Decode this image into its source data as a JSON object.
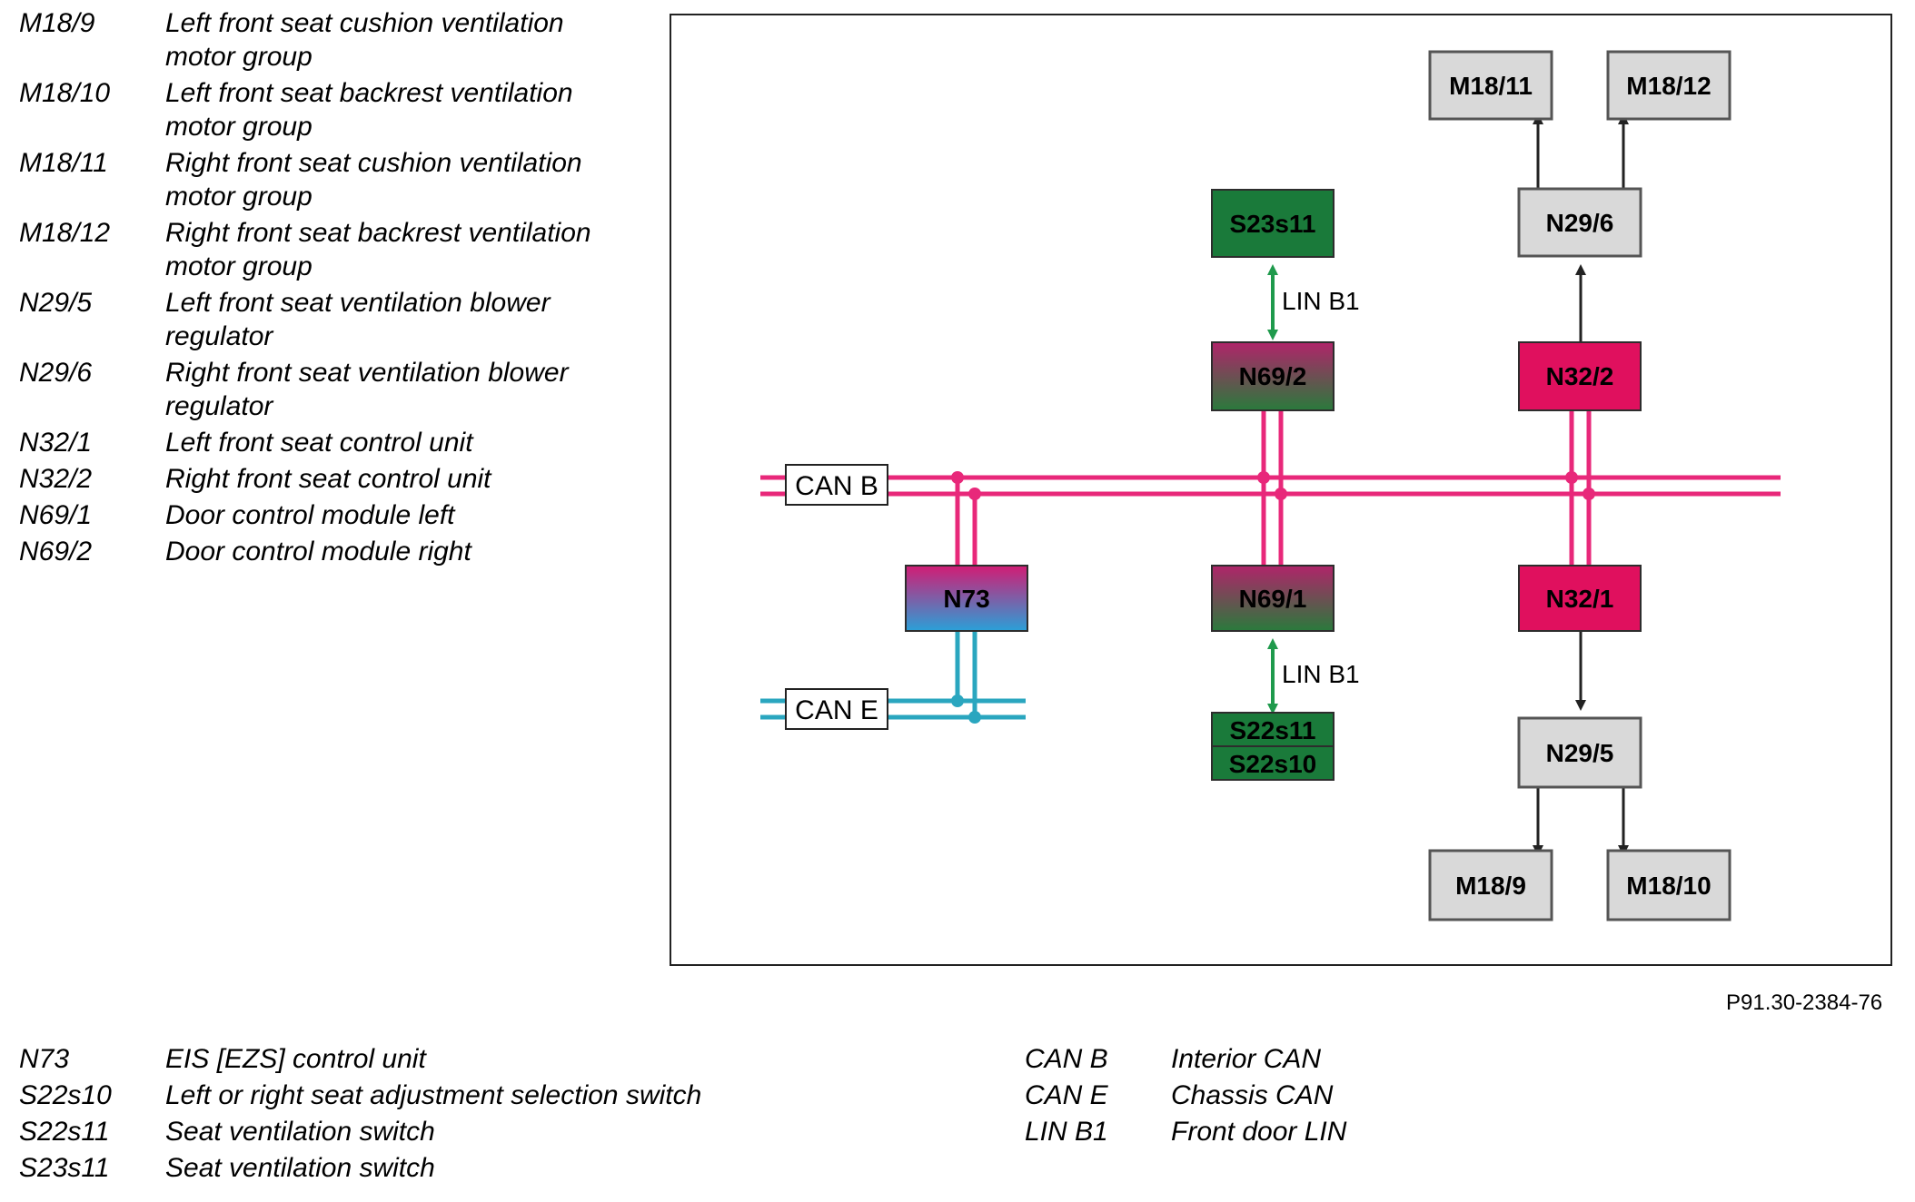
{
  "legend_top": [
    {
      "code": "M18/9",
      "desc": "Left front seat cushion ventilation motor group"
    },
    {
      "code": "M18/10",
      "desc": "Left front seat backrest ventilation motor group"
    },
    {
      "code": "M18/11",
      "desc": "Right front seat cushion ventilation motor group"
    },
    {
      "code": "M18/12",
      "desc": "Right front seat backrest ventilation motor group"
    },
    {
      "code": "N29/5",
      "desc": "Left front seat ventilation blower regulator"
    },
    {
      "code": "N29/6",
      "desc": "Right front seat ventilation blower regulator"
    },
    {
      "code": "N32/1",
      "desc": "Left front seat control unit"
    },
    {
      "code": "N32/2",
      "desc": "Right front seat control unit"
    },
    {
      "code": "N69/1",
      "desc": "Door control module left"
    },
    {
      "code": "N69/2",
      "desc": "Door control module right"
    }
  ],
  "legend_bottom_left": [
    {
      "code": "N73",
      "desc": "EIS [EZS] control unit"
    },
    {
      "code": "S22s10",
      "desc": "Left or right seat adjustment selection switch"
    },
    {
      "code": "S22s11",
      "desc": "Seat ventilation switch"
    },
    {
      "code": "S23s11",
      "desc": "Seat ventilation switch"
    }
  ],
  "legend_bottom_right": [
    {
      "code": "CAN B",
      "desc": "Interior CAN"
    },
    {
      "code": "CAN E",
      "desc": "Chassis CAN"
    },
    {
      "code": "LIN B1",
      "desc": "Front door LIN"
    }
  ],
  "figure_code": "P91.30-2384-76",
  "diagram": {
    "boxes": {
      "m18_11": "M18/11",
      "m18_12": "M18/12",
      "n29_6": "N29/6",
      "s23s11": "S23s11",
      "n69_2": "N69/2",
      "n32_2": "N32/2",
      "n73": "N73",
      "n69_1": "N69/1",
      "n32_1": "N32/1",
      "s22s11": "S22s11",
      "s22s10": "S22s10",
      "n29_5": "N29/5",
      "m18_9": "M18/9",
      "m18_10": "M18/10"
    },
    "bus_can_b": "CAN B",
    "bus_can_e": "CAN E",
    "lin_top": "LIN B1",
    "lin_bottom": "LIN B1"
  },
  "colors": {
    "can_b": "#e8287a",
    "can_e": "#2aa6bf",
    "lin": "#1f9a4c",
    "switch_green": "#1a7a3a",
    "module_grey": "#d9d9d9",
    "seat_unit_pink": "#e0105e"
  }
}
